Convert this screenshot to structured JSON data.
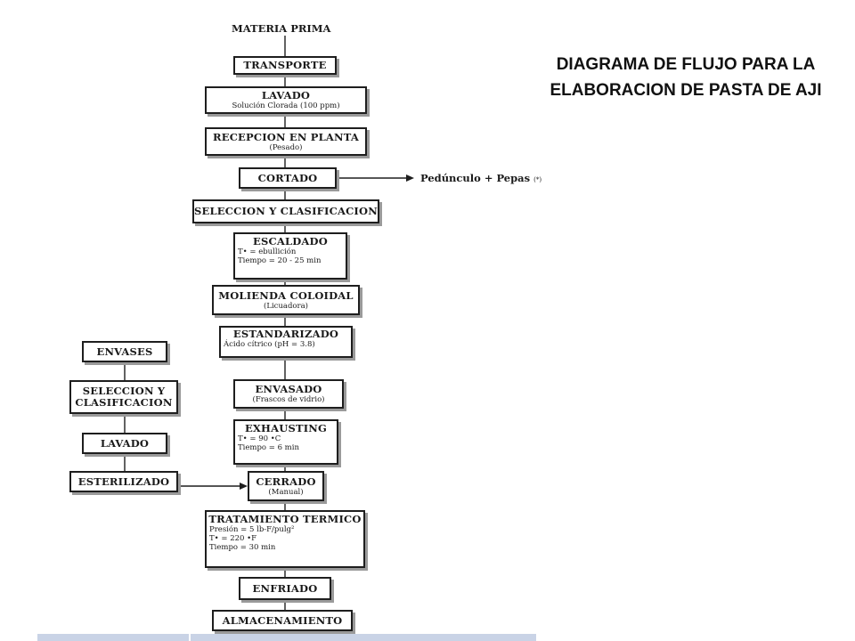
{
  "title": {
    "line1": "DIAGRAMA DE FLUJO PARA LA",
    "line2": "ELABORACION DE PASTA DE AJI"
  },
  "start": "MATERIA PRIMA",
  "main_steps": [
    {
      "label": "TRANSPORTE"
    },
    {
      "label": "LAVADO",
      "details": [
        "Solución Clorada (100 ppm)"
      ]
    },
    {
      "label": "RECEPCION EN PLANTA",
      "details": [
        "(Pesado)"
      ]
    },
    {
      "label": "CORTADO"
    },
    {
      "label": "SELECCION Y CLASIFICACION"
    },
    {
      "label": "ESCALDADO",
      "details": [
        "T• = ebullición",
        "Tiempo = 20 - 25 min"
      ]
    },
    {
      "label": "MOLIENDA COLOIDAL",
      "details": [
        "(Licuadora)"
      ]
    },
    {
      "label": "ESTANDARIZADO",
      "details": [
        "Ácido cítrico (pH = 3.8)"
      ]
    },
    {
      "label": "ENVASADO",
      "details": [
        "(Frascos de vidrio)"
      ]
    },
    {
      "label": "EXHAUSTING",
      "details": [
        "T• = 90 •C",
        "Tiempo = 6 min"
      ]
    },
    {
      "label": "CERRADO",
      "details": [
        "(Manual)"
      ]
    },
    {
      "label": "TRATAMIENTO TERMICO",
      "details": [
        "Presión = 5 lb-F/pulg²",
        "T• = 220 •F",
        "Tiempo = 30 min"
      ]
    },
    {
      "label": "ENFRIADO"
    },
    {
      "label": "ALMACENAMIENTO"
    }
  ],
  "side_output": {
    "label": "Pedúnculo + Pepas",
    "note": "(*)"
  },
  "container_steps": [
    {
      "label": "ENVASES"
    },
    {
      "label": "SELECCION Y\nCLASIFICACION"
    },
    {
      "label": "LAVADO"
    },
    {
      "label": "ESTERILIZADO"
    }
  ],
  "colors": {
    "line": "#1e1e1e",
    "shadow": "#9a9a9a",
    "bottom_bar": "#c9d3e6"
  }
}
